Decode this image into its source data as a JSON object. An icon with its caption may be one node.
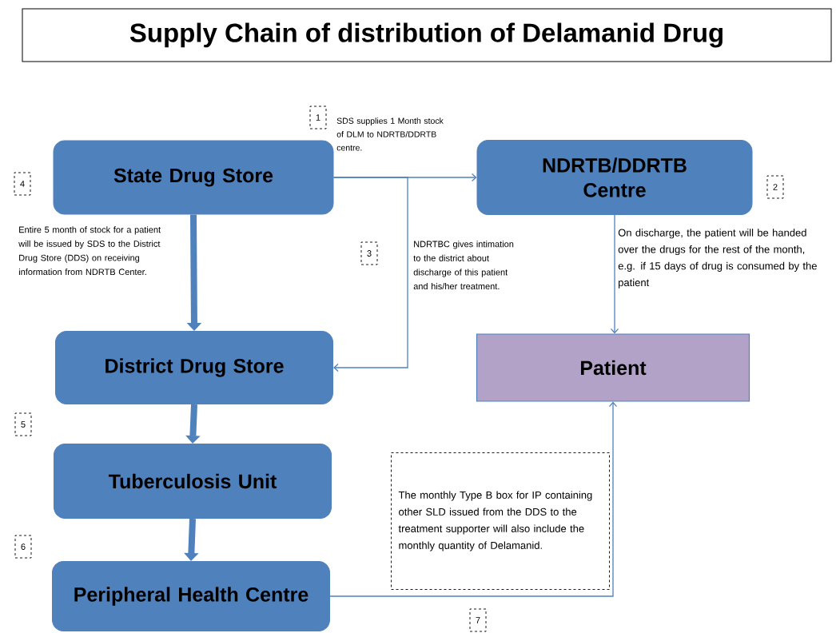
{
  "diagram": {
    "title": "Supply Chain of distribution  of Delamanid Drug",
    "nodes": [
      {
        "text": [
          "State Drug Store"
        ]
      },
      {
        "text": [
          "NDRTB/DDRTB Centre"
        ]
      },
      {
        "text": [
          "District Drug Store"
        ]
      },
      {
        "text": [
          "Patient"
        ]
      },
      {
        "text": [
          "Tuberculosis Unit"
        ]
      },
      {
        "text": [
          "Peripheral Health Centre"
        ]
      },
      {
        "text": [
          "The monthly Type B box for IP containing other SLD issued from the DDS to the treatment  supporter will also include the monthly quantity of Delamanid."
        ]
      }
    ],
    "edges": [
      {
        "from": 0,
        "to": 1,
        "arrow": "to",
        "label": "SDS supplies 1 Month stock of DLM to NDRTB/DDRTB centre."
      },
      {
        "from": 0,
        "to": 2,
        "arrow": "to",
        "style": "thick",
        "label": "Entire 5 month of stock for a patient will be issued by SDS to the District Drug Store (DDS) on receiving information from  NDRTB Center."
      },
      {
        "from": 0,
        "to": 2,
        "arrow": "to",
        "label": "NDRTBC gives intimation to the district about discharge of this patient and his/her treatment."
      },
      {
        "from": 1,
        "to": 3,
        "arrow": "to",
        "label": "On discharge,  the patient will be handed over the drugs for the rest of the month, e.g. if 15 days of drug is consumed by the patient"
      },
      {
        "from": 2,
        "to": 4,
        "arrow": "to",
        "style": "thick"
      },
      {
        "from": 4,
        "to": 5,
        "arrow": "to",
        "style": "thick"
      },
      {
        "from": 5,
        "to": 3,
        "arrow": "to"
      }
    ],
    "labels": [
      "1",
      "4",
      "2",
      "3",
      "5",
      "6",
      "7"
    ]
  }
}
